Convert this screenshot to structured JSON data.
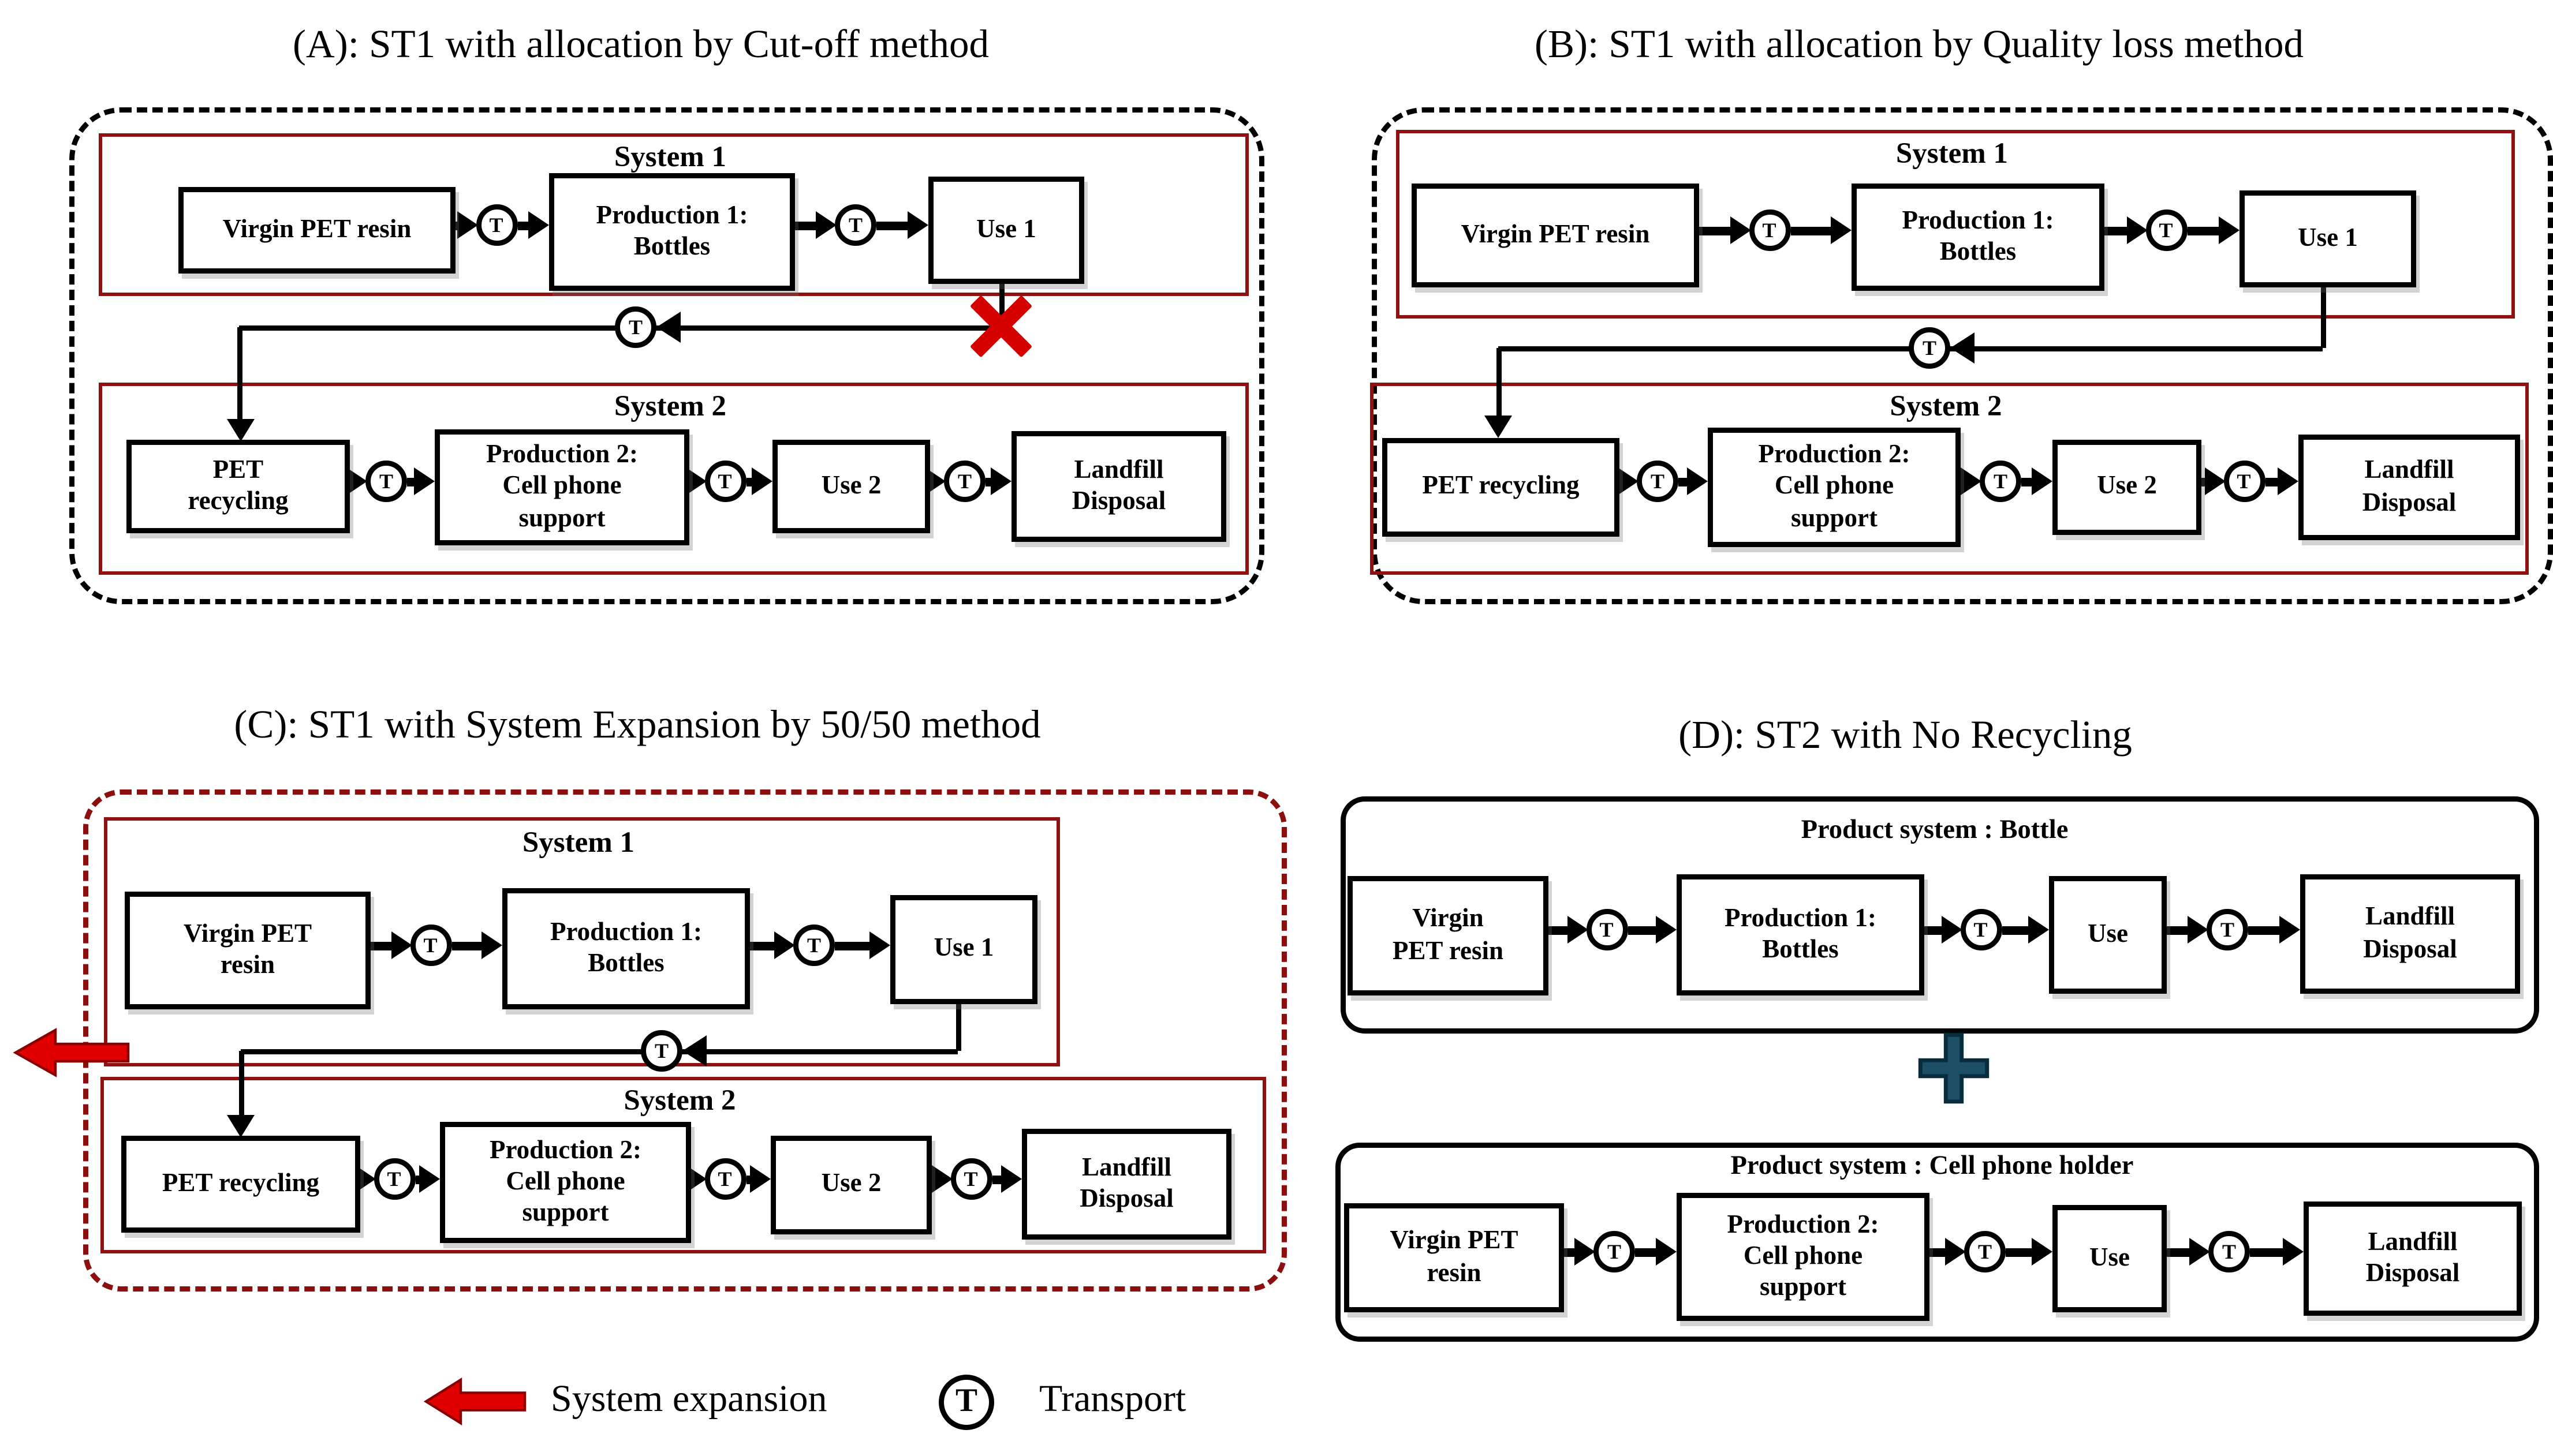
{
  "figure": {
    "transport_symbol": "T",
    "colors": {
      "process_border": "#000000",
      "system_border": "#8f1212",
      "scenario_dash_black": "#000000",
      "scenario_dash_red": "#8b0f0f",
      "cross_red": "#d40000",
      "expansion_arrow_red": "#e00000",
      "plus_teal": "#1c4f66"
    }
  },
  "panels": {
    "a": {
      "title": "(A): ST1 with allocation by Cut-off method",
      "system1": {
        "label": "System 1",
        "boxes": [
          "Virgin PET resin",
          "Production 1:\nBottles",
          "Use 1"
        ]
      },
      "system2": {
        "label": "System 2",
        "boxes": [
          "PET\nrecycling",
          "Production 2:\nCell phone\nsupport",
          "Use 2",
          "Landfill\nDisposal"
        ]
      }
    },
    "b": {
      "title": "(B): ST1 with allocation by Quality loss method",
      "system1": {
        "label": "System 1",
        "boxes": [
          "Virgin PET resin",
          "Production 1:\nBottles",
          "Use 1"
        ]
      },
      "system2": {
        "label": "System 2",
        "boxes": [
          "PET recycling",
          "Production 2:\nCell phone\nsupport",
          "Use 2",
          "Landfill\nDisposal"
        ]
      }
    },
    "c": {
      "title": "(C): ST1 with System Expansion by 50/50 method",
      "system1": {
        "label": "System 1",
        "boxes": [
          "Virgin PET\nresin",
          "Production 1:\nBottles",
          "Use 1"
        ]
      },
      "system2": {
        "label": "System 2",
        "boxes": [
          "PET recycling",
          "Production 2:\nCell phone\nsupport",
          "Use 2",
          "Landfill\nDisposal"
        ]
      }
    },
    "d": {
      "title": "(D): ST2 with No Recycling",
      "system1": {
        "label": "Product system : Bottle",
        "boxes": [
          "Virgin\nPET resin",
          "Production 1:\nBottles",
          "Use",
          "Landfill\nDisposal"
        ]
      },
      "system2": {
        "label": "Product system : Cell phone holder",
        "boxes": [
          "Virgin PET\nresin",
          "Production 2:\nCell phone\nsupport",
          "Use",
          "Landfill\nDisposal"
        ]
      }
    }
  },
  "legend": {
    "expansion_label": "System expansion",
    "transport_label": "Transport",
    "transport_symbol": "T"
  }
}
